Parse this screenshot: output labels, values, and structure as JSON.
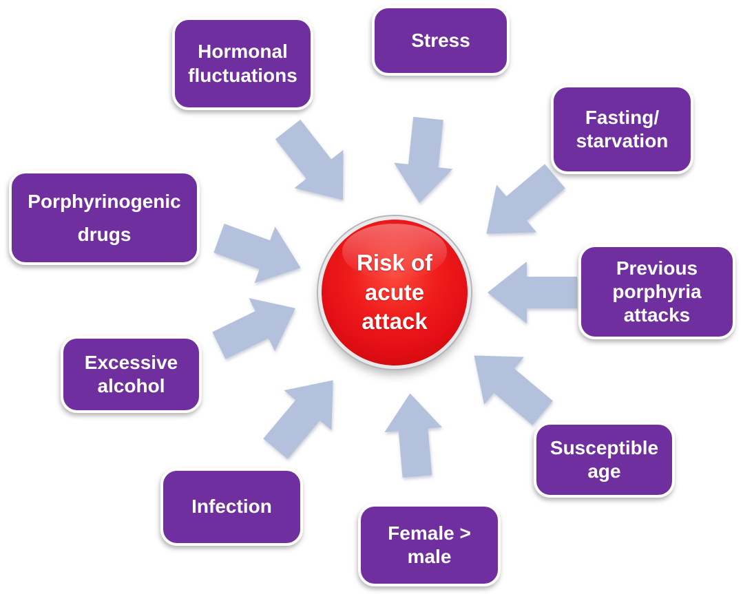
{
  "diagram": {
    "colors": {
      "box": "#6f2f9e",
      "box_text": "#ffffff",
      "center_red": "#e20f15",
      "arrow": "#b3c1dc"
    },
    "center": {
      "label": "Risk of\nacute\nattack"
    },
    "factors": [
      {
        "id": "hormonal",
        "label": "Hormonal\nfluctuations"
      },
      {
        "id": "stress",
        "label": "Stress"
      },
      {
        "id": "fasting",
        "label": "Fasting/\nstarvation"
      },
      {
        "id": "porphyrinogenic",
        "label": "Porphyrinogenic\ndrugs"
      },
      {
        "id": "previous",
        "label": "Previous\nporphyria\nattacks"
      },
      {
        "id": "excessive",
        "label": "Excessive\nalcohol"
      },
      {
        "id": "susceptible",
        "label": "Susceptible\nage"
      },
      {
        "id": "infection",
        "label": "Infection"
      },
      {
        "id": "female",
        "label": "Female >\nmale"
      }
    ]
  }
}
